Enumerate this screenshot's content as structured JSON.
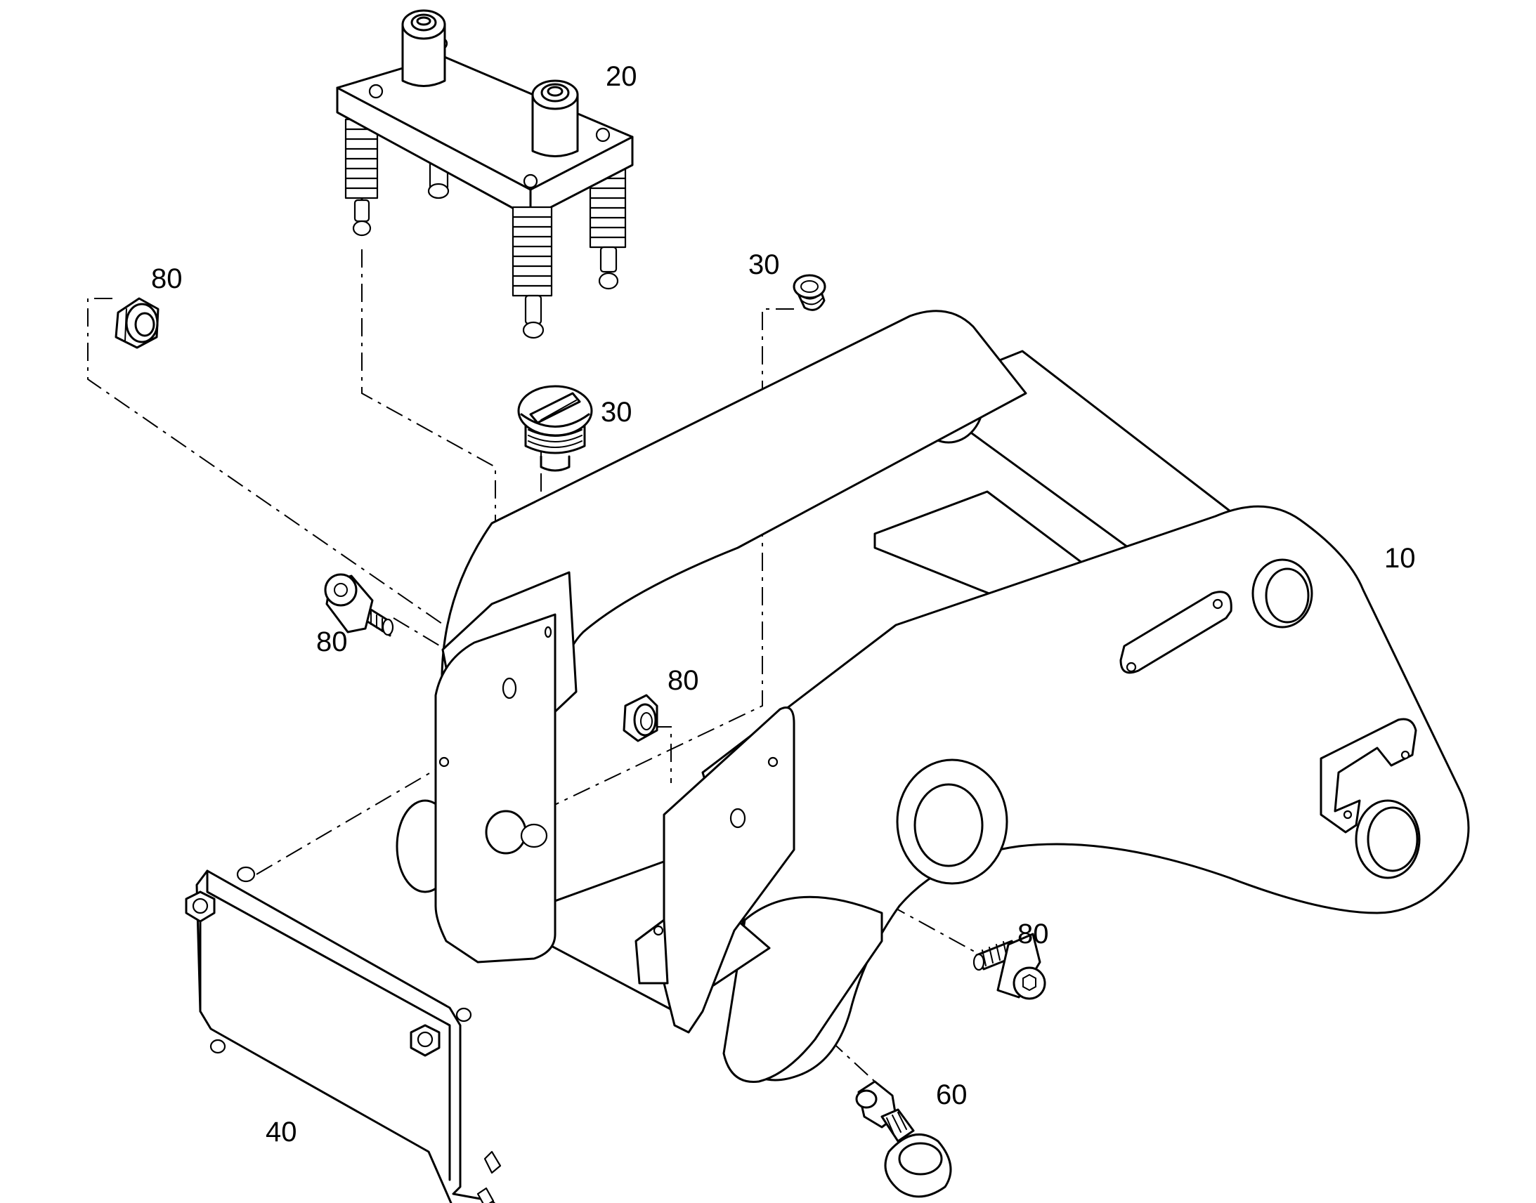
{
  "callouts": {
    "c10": "10",
    "c20": "20",
    "c30a": "30",
    "c30b": "30",
    "c40": "40",
    "c60": "60",
    "c80a": "80",
    "c80b": "80",
    "c80c": "80",
    "c80d": "80"
  },
  "colors": {
    "line": "#000000",
    "background": "#ffffff"
  }
}
